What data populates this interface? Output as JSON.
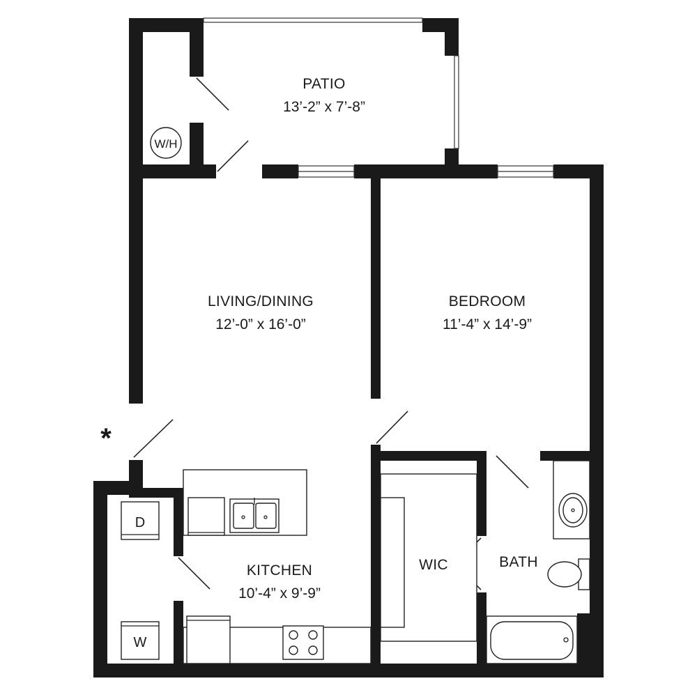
{
  "rooms": {
    "patio": {
      "name": "PATIO",
      "dims": "13’-2” x 7’-8”"
    },
    "living": {
      "name": "LIVING/DINING",
      "dims": "12’-0” x 16’-0”"
    },
    "bedroom": {
      "name": "BEDROOM",
      "dims": "11’-4” x 14’-9”"
    },
    "kitchen": {
      "name": "KITCHEN",
      "dims": "10’-4” x 9’-9”"
    },
    "wic": {
      "name": "WIC"
    },
    "bath": {
      "name": "BATH"
    }
  },
  "fixtures": {
    "water_heater": "W/H",
    "dryer": "D",
    "washer": "W"
  },
  "marker": "*"
}
